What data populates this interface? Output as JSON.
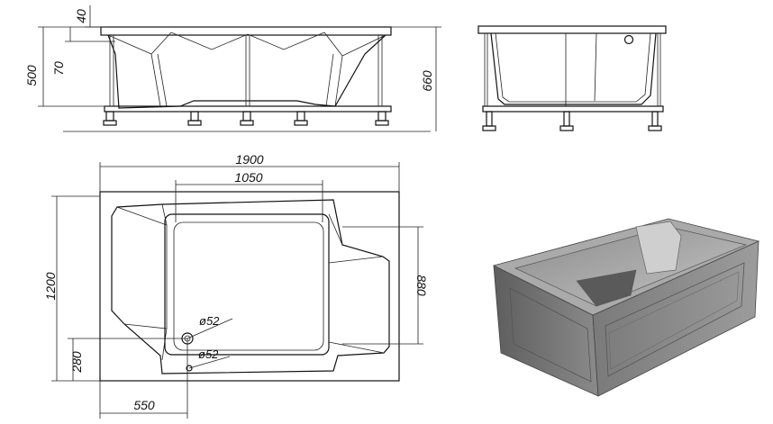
{
  "drawing": {
    "dimensions": {
      "d40": "40",
      "d70": "70",
      "d500": "500",
      "d660": "660",
      "d1900": "1900",
      "d1050": "1050",
      "d1200": "1200",
      "d880": "880",
      "d280": "280",
      "d550": "550",
      "drain1": "ø52",
      "drain2": "ø52"
    }
  },
  "colors": {
    "line": "#111111",
    "tub_fill_dark": "#6e6e6e",
    "tub_fill_light": "#b5b5b5",
    "background": "#ffffff"
  }
}
